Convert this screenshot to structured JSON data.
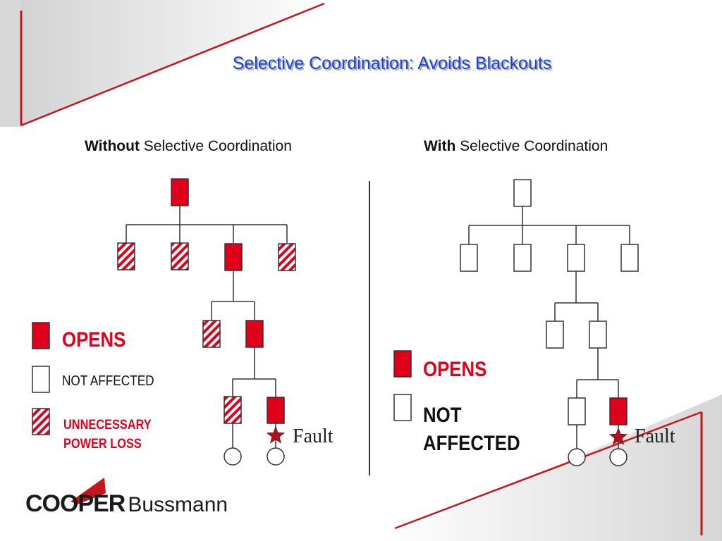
{
  "title": "Selective Coordination: Avoids Blackouts",
  "left_panel": {
    "heading_bold": "Without",
    "heading_rest": " Selective Coordination",
    "legend": {
      "opens": "OPENS",
      "not_affected": "NOT AFFECTED",
      "unnecessary_line1": "UNNECESSARY",
      "unnecessary_line2": "POWER LOSS"
    },
    "fault_label": "Fault"
  },
  "right_panel": {
    "heading_bold": "With",
    "heading_rest": " Selective Coordination",
    "legend": {
      "opens": "OPENS",
      "not_affected_line1": "NOT",
      "not_affected_line2": "AFFECTED"
    },
    "fault_label": "Fault"
  },
  "logo": {
    "brand_bold": "COOPER",
    "brand_rest": "Bussmann"
  },
  "colors": {
    "opens": "#e0001b",
    "title": "#1f3fcf",
    "line": "#333333",
    "deco_red": "#c4161c"
  }
}
